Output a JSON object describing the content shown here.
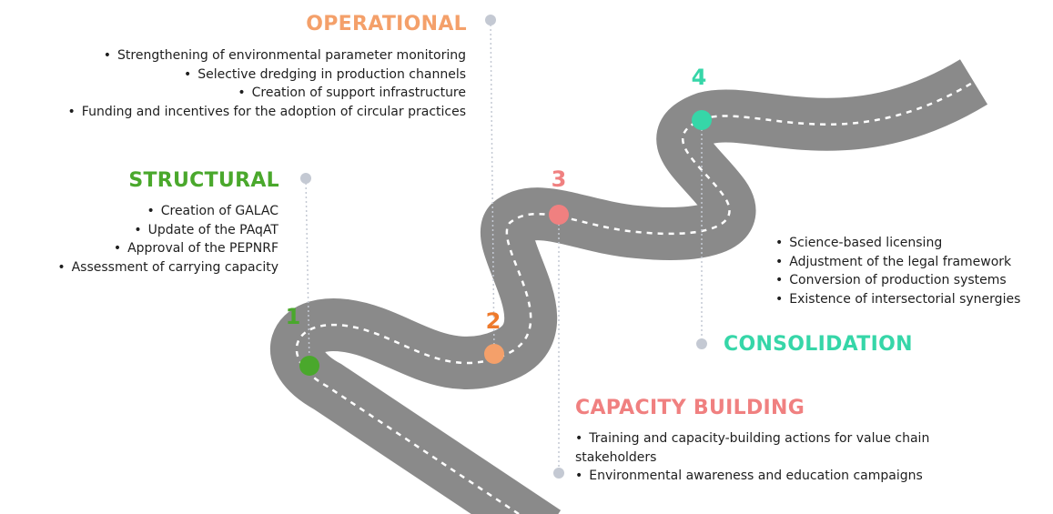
{
  "colors": {
    "structural": "#4aa82c",
    "operational": "#f4a06a",
    "capacity_building": "#f08080",
    "consolidation": "#36d6a8",
    "stage_2_number": "#ee7a2c",
    "road": "#8a8a8a",
    "road_dash": "#ffffff",
    "connector": "#c4c9d3"
  },
  "stages": [
    {
      "number": "1",
      "title": "STRUCTURAL",
      "items": [
        "Creation of GALAC",
        "Update of the PAqAT",
        "Approval of the PEPNRF",
        "Assessment of carrying capacity"
      ]
    },
    {
      "number": "2",
      "title": "OPERATIONAL",
      "items": [
        "Strengthening of environmental parameter monitoring",
        "Selective dredging in production channels",
        "Creation of support infrastructure",
        "Funding and incentives for the adoption of circular practices"
      ]
    },
    {
      "number": "3",
      "title": "CAPACITY BUILDING",
      "items": [
        "Training and capacity-building actions for value chain stakeholders",
        "Environmental awareness and education campaigns"
      ]
    },
    {
      "number": "4",
      "title": "CONSOLIDATION",
      "items": [
        "Science-based licensing",
        "Adjustment of the legal framework",
        "Conversion of production systems",
        "Existence of intersectorial synergies"
      ]
    }
  ]
}
